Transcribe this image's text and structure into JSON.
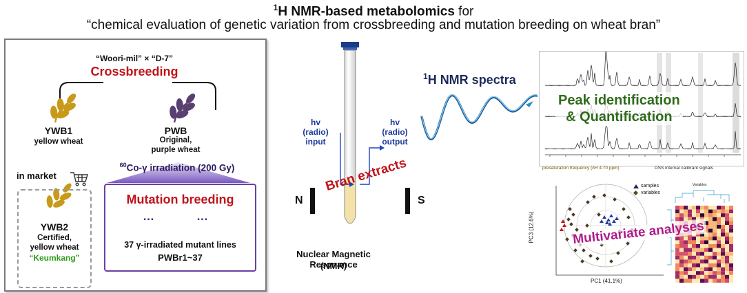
{
  "title": {
    "h": "H",
    "sup": "1",
    "bold": " NMR-based metabolomics",
    "rest": " for",
    "subtitle": "“chemical evaluation of genetic variation from crossbreeding and mutation breeding on wheat bran”"
  },
  "breeding": {
    "parents": "“Woori-mil” × “D-7”",
    "crossbreeding": "Crossbreeding",
    "ywb1": {
      "name": "YWB1",
      "desc": "yellow wheat"
    },
    "pwb": {
      "name": "PWB",
      "desc1": "Original,",
      "desc2": "purple wheat"
    },
    "irradiation": {
      "sup": "60",
      "text": "Co-γ irradiation (200 Gy)"
    },
    "mutation": {
      "label": "Mutation breeding",
      "dots": "…",
      "lines": "37 γ-irradiated mutant lines",
      "ids": "PWBr1~37"
    },
    "market": "in market",
    "ywb2": {
      "name": "YWB2",
      "desc1": "Certified,",
      "desc2": "yellow wheat",
      "cultivar": "“Keumkang”"
    }
  },
  "nmr": {
    "hv_in": {
      "line1": "hv",
      "line2": "(radio)",
      "line3": "input"
    },
    "hv_out": {
      "line1": "hv",
      "line2": "(radio)",
      "line3": "output"
    },
    "north": "N",
    "south": "S",
    "bran": "Bran extracts",
    "label1": "Nuclear Magnetic Resonance",
    "label2": "(NMR)",
    "spectra_sup": "1",
    "spectra": "H NMR spectra"
  },
  "analysis": {
    "peak1": "Peak identification",
    "peak2": "& Quantification",
    "presaturation": "presaturation frequency (δH 4.70 ppm)",
    "dss": "DSS internal calibrant signals",
    "multivariate": "Multivariate analyses",
    "pca_xlabel": "PC1 (41.1%)",
    "pca_ylabel": "PC3 (12.6%)",
    "legend_samples": "samples",
    "legend_variables": "variables",
    "heatmap_title": "Variables"
  },
  "colors": {
    "red": "#c0141b",
    "purple": "#6b3fa0",
    "green": "#2e6b1a",
    "navy": "#1b2a5a",
    "magenta": "#b01a8a",
    "gold": "#c89a1a",
    "wave": "#2a8fc8"
  }
}
